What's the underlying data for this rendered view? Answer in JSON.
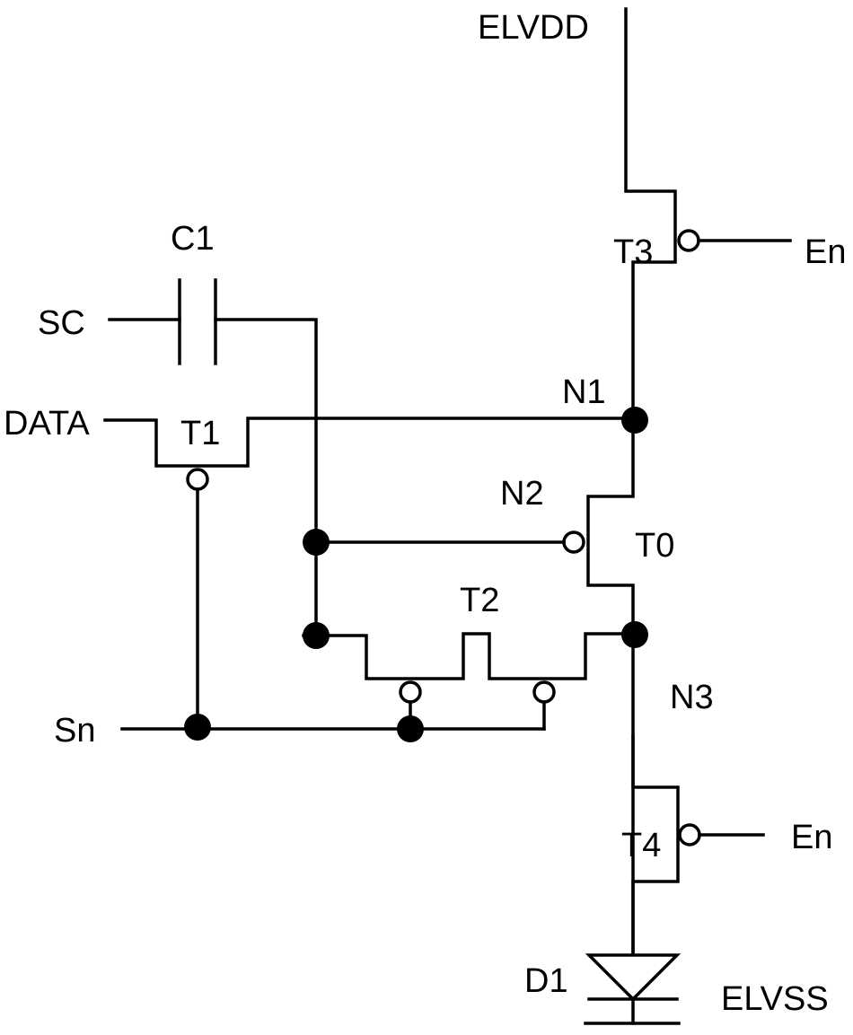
{
  "labels": {
    "elvdd": "ELVDD",
    "c1": "C1",
    "sc": "SC",
    "data": "DATA",
    "t1": "T1",
    "t3": "T3",
    "en_top": "En",
    "n1": "N1",
    "n2": "N2",
    "t0": "T0",
    "t2": "T2",
    "n3": "N3",
    "sn": "Sn",
    "t4": "T4",
    "en_bottom": "En",
    "d1": "D1",
    "elvss": "ELVSS"
  }
}
